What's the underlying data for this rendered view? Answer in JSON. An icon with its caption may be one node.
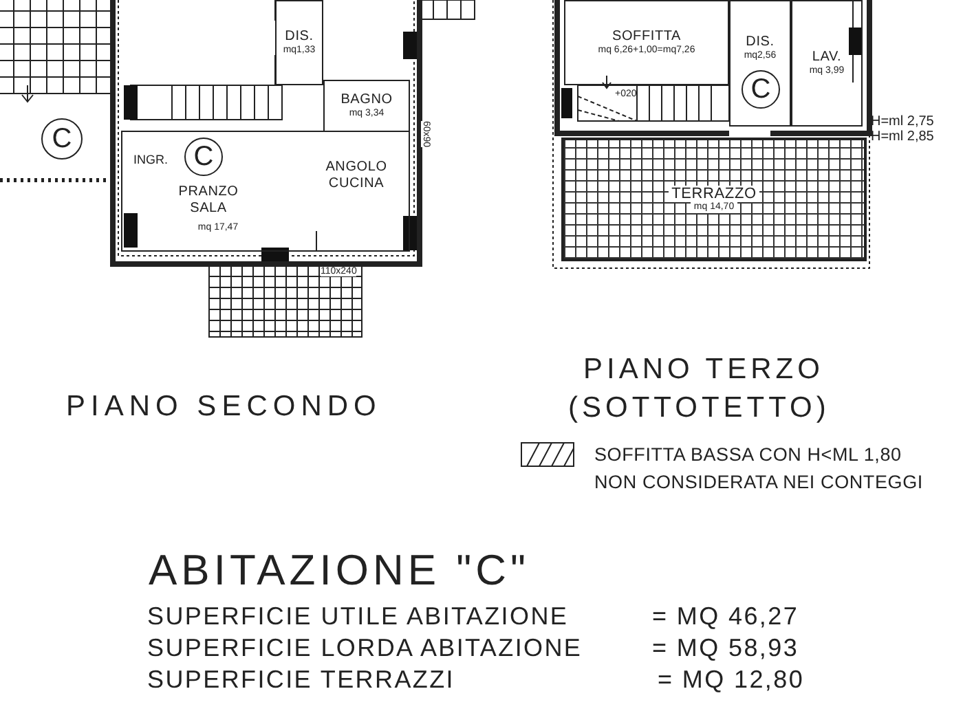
{
  "diagram": {
    "title": "ABITAZIONE \"C\"",
    "nodes": [
      {
        "text": [
          "DIS.",
          "mq1,33"
        ]
      },
      {
        "text": [
          "BAGNO",
          "mq 3,34"
        ]
      },
      {
        "text": [
          "PRANZO SALA",
          "mq 17,47",
          "ANGOLO CUCINA"
        ]
      },
      {
        "text": [
          "C"
        ],
        "in": 2
      },
      {
        "text": [
          "C"
        ]
      },
      {
        "text": [
          "SOFFITTA",
          "mq 6,26+1,00=mq7,26"
        ]
      },
      {
        "text": [
          "DIS.",
          "mq2,56"
        ]
      },
      {
        "text": [
          "C"
        ],
        "in": 6
      },
      {
        "text": [
          "LAV.",
          "mq 3,99"
        ]
      },
      {
        "text": [
          "TERRAZZO",
          "mq 14,70"
        ]
      }
    ],
    "labels": [
      "INGR.",
      "60x90",
      "110x240",
      "+020",
      "H=ml 2,75",
      "H=ml 2,85",
      "PIANO SECONDO",
      "PIANO TERZO",
      "(SOTTOTETTO)",
      "SUPERFICIE UTILE ABITAZIONE",
      "= MQ 46,27",
      "SUPERFICIE LORDA ABITAZIONE",
      "= MQ 58,93",
      "SUPERFICIE TERRAZZI",
      "= MQ 12,80"
    ],
    "legend": [
      {
        "text": "SOFFITTA BASSA CON H<ML 1,80 NON CONSIDERATA NEI CONTEGGI"
      }
    ]
  }
}
